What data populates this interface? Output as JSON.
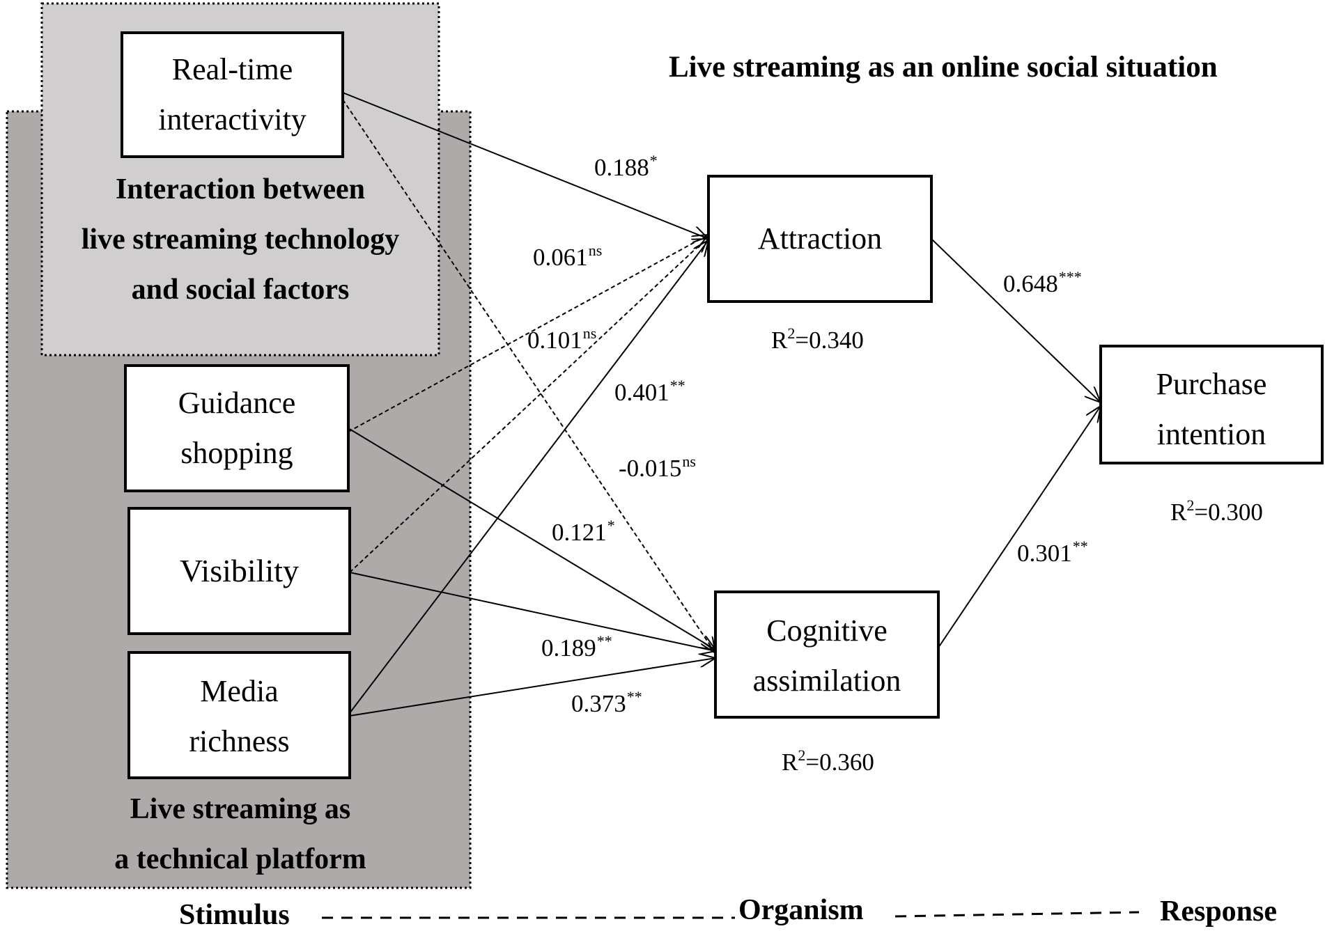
{
  "title": "Live streaming as an online social situation",
  "panels": {
    "interaction": {
      "lines": [
        "Interaction between",
        "live streaming technology",
        "and social factors"
      ]
    },
    "platform": {
      "lines": [
        "Live streaming as",
        "a technical platform"
      ]
    }
  },
  "nodes": {
    "realtime": {
      "lines": [
        "Real-time",
        "interactivity"
      ]
    },
    "guidance": {
      "lines": [
        "Guidance",
        "shopping"
      ]
    },
    "visibility": {
      "lines": [
        "Visibility"
      ]
    },
    "media": {
      "lines": [
        "Media",
        "richness"
      ]
    },
    "attraction": {
      "lines": [
        "Attraction"
      ]
    },
    "cognitive": {
      "lines": [
        "Cognitive",
        "assimilation"
      ]
    },
    "purchase": {
      "lines": [
        "Purchase",
        "intention"
      ]
    }
  },
  "paths": [
    {
      "id": "rt-att",
      "from": "realtime",
      "to": "attraction",
      "coef": "0.188",
      "sig": "*",
      "style": "solid"
    },
    {
      "id": "gs-att",
      "from": "guidance",
      "to": "attraction",
      "coef": "0.061",
      "sig": "ns",
      "style": "dashed"
    },
    {
      "id": "vis-att",
      "from": "visibility",
      "to": "attraction",
      "coef": "0.101",
      "sig": "ns",
      "style": "dashed"
    },
    {
      "id": "mr-att",
      "from": "media",
      "to": "attraction",
      "coef": "0.401",
      "sig": "**",
      "style": "solid"
    },
    {
      "id": "rt-cog",
      "from": "realtime",
      "to": "cognitive",
      "coef": "-0.015",
      "sig": "ns",
      "style": "dashed"
    },
    {
      "id": "gs-cog",
      "from": "guidance",
      "to": "cognitive",
      "coef": "0.121",
      "sig": "*",
      "style": "solid"
    },
    {
      "id": "vis-cog",
      "from": "visibility",
      "to": "cognitive",
      "coef": "0.189",
      "sig": "**",
      "style": "solid"
    },
    {
      "id": "mr-cog",
      "from": "media",
      "to": "cognitive",
      "coef": "0.373",
      "sig": "**",
      "style": "solid"
    },
    {
      "id": "att-pi",
      "from": "attraction",
      "to": "purchase",
      "coef": "0.648",
      "sig": "***",
      "style": "solid"
    },
    {
      "id": "cog-pi",
      "from": "cognitive",
      "to": "purchase",
      "coef": "0.301",
      "sig": "**",
      "style": "solid"
    }
  ],
  "r_squared": {
    "attraction": {
      "prefix": "R",
      "exp": "2",
      "value": "=0.340"
    },
    "cognitive": {
      "prefix": "R",
      "exp": "2",
      "value": "=0.360"
    },
    "purchase": {
      "prefix": "R",
      "exp": "2",
      "value": "=0.300"
    }
  },
  "sor": {
    "stimulus": "Stimulus",
    "organism": "Organism",
    "response": "Response"
  }
}
